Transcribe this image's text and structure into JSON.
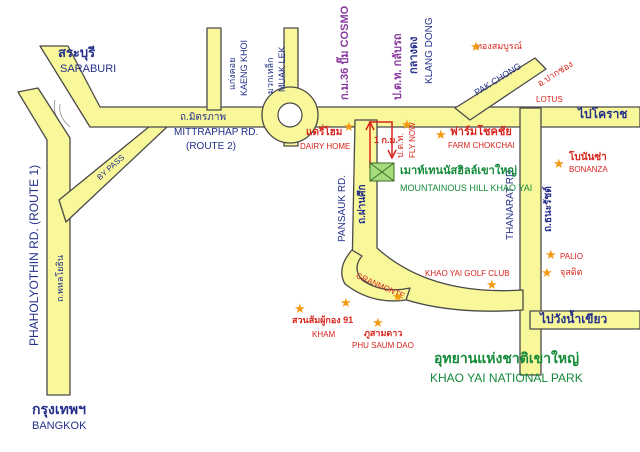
{
  "colors": {
    "road_fill": "#f8f79a",
    "road_outline": "#4a4a4a",
    "label_blue": "#1f3aa8",
    "label_navy": "#24308a",
    "label_green": "#148a3a",
    "label_red": "#d8241c",
    "label_purple": "#8a3aa0",
    "star": "#f29a10",
    "resort_box": "#a6dd7c",
    "arrow": "#d8241c"
  },
  "cities": {
    "saraburi_th": "สระบุรี",
    "saraburi_en": "SARABURI",
    "bangkok_th": "กรุงเทพฯ",
    "bangkok_en": "BANGKOK"
  },
  "roads": {
    "mittraphap_th": "ถ.มิตรภาพ",
    "mittraphap_en": "MITTRAPHAP RD.",
    "route2": "(ROUTE 2)",
    "bypass": "BY PASS",
    "phaholyothin_th": "ถ.พหลโยธิน",
    "phaholyothin_en": "PHAHOLYOTHIN RD. (ROUTE 1)",
    "kaeng_khoi_th": "แก่งคอย",
    "kaeng_khoi_en": "KAENG KHOI",
    "muak_lek_th": "มวกเหล็ก",
    "muak_lek_en": "MUAK LEK",
    "km36_th": "ก.ม.36 ปั๊ม COSMO",
    "klang_dong_th": "ป.ต.ท. กลับรถ",
    "klang_dong_th2": "กลางดง",
    "klang_dong_en": "KLANG DONG",
    "pak_chong_en": "PAK CHONG",
    "pak_chong_th": "อ.ปากช่อง",
    "lotus": "LOTUS",
    "to_korat": "ไปโคราช",
    "pansauk_en": "PANSAUK RD.",
    "pansauk_th": "ถ.ผ่านศึก",
    "thanarat_en": "THANARAT RD.",
    "thanarat_th": "ถ.ธนะรัชต์",
    "to_wang_nam_khiao": "ไปวังน้ำเขียว",
    "one_km": "1 ก.ม."
  },
  "places": {
    "dairy_home_th": "แดรี่โฮม",
    "dairy_home_en": "DAIRY HOME",
    "fly_now_th": "ป.ต.ท.",
    "fly_now_en": "FLY NOW",
    "farm_chokchai_th": "ฟาร์มโชคชัย",
    "farm_chokchai_en": "FARM CHOKCHAI",
    "bonanza_th": "โบนันซ่า",
    "bonanza_en": "BONANZA",
    "thong_somboon": "ทองสมบูรณ์",
    "golf_club": "KHAO YAI GOLF CLUB",
    "palio": "PALIO",
    "jusdit": "จุสดิต",
    "granmonte": "GRANMONTE",
    "kham_th": "สวนส้มผู้กอง 91",
    "kham_en": "KHAM",
    "phu_saum_dao_th": "ภูสามดาว",
    "phu_saum_dao_en": "PHU SAUM DAO",
    "resort_th": "เมาท์เทนนัสฮิลล์เขาใหญ่",
    "resort_en": "MOUNTAINOUS HILL KHAO YAI",
    "park_th": "อุทยานแห่งชาติเขาใหญ่",
    "park_en": "KHAO YAI NATIONAL PARK"
  }
}
